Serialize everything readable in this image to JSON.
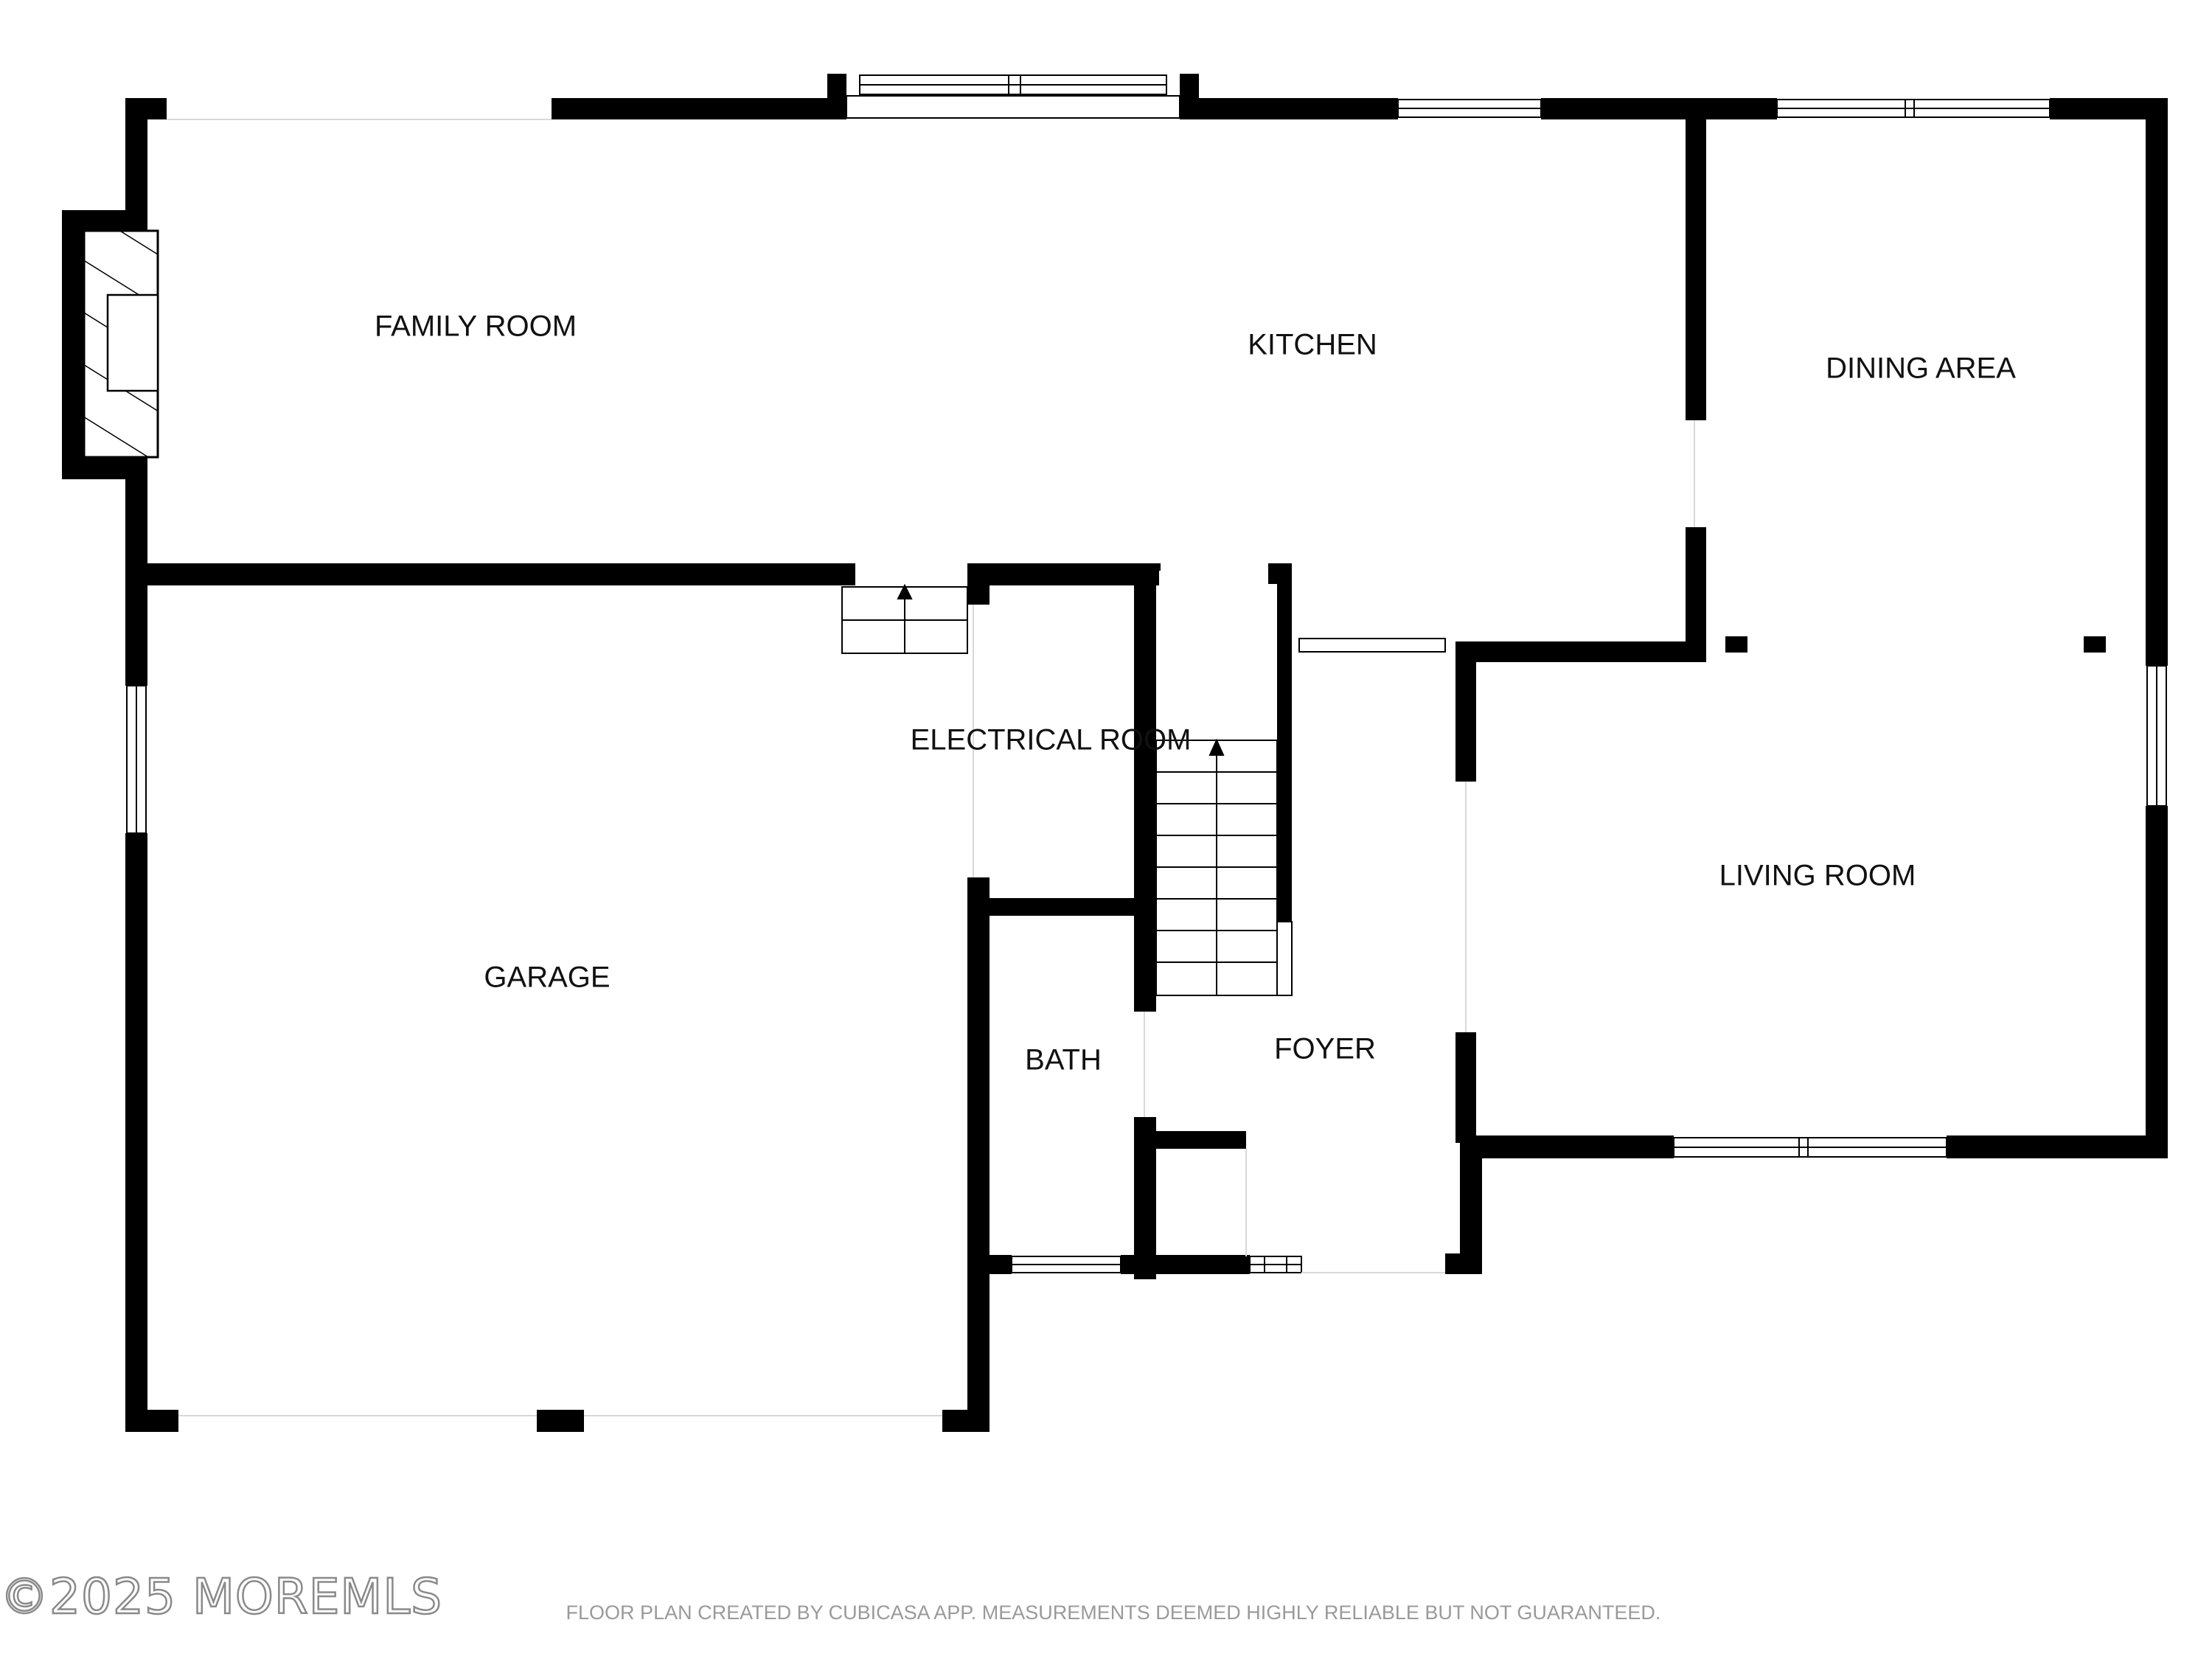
{
  "rooms": {
    "family_room": "FAMILY ROOM",
    "kitchen": "KITCHEN",
    "dining_area": "DINING AREA",
    "living_room": "LIVING ROOM",
    "garage": "GARAGE",
    "electrical_room": "ELECTRICAL ROOM",
    "bath": "BATH",
    "foyer": "FOYER"
  },
  "watermark": "©2025 MOREMLS",
  "disclaimer": "FLOOR PLAN CREATED BY CUBICASA APP. MEASUREMENTS DEEMED HIGHLY RELIABLE BUT NOT GUARANTEED.",
  "colors": {
    "wall": "#000000",
    "background": "#ffffff",
    "watermark_outline": "#8a8a8a",
    "disclaimer_text": "#9a9a9a"
  }
}
